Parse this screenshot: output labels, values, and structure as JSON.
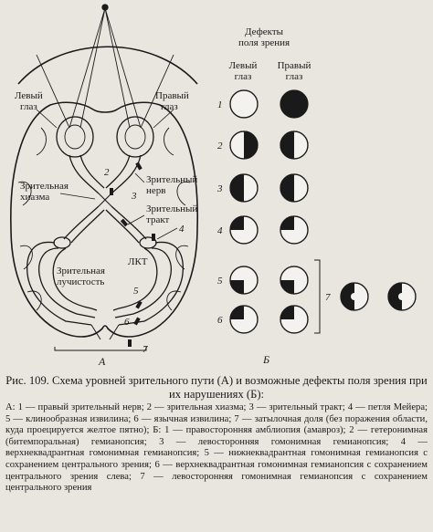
{
  "figure": {
    "labels": {
      "left_eye": [
        "Левый",
        "глаз"
      ],
      "right_eye": [
        "Правый",
        "глаз"
      ],
      "optic_nerve": [
        "Зрительный",
        "нерв"
      ],
      "optic_chiasm": [
        "Зрительная",
        "хиазма"
      ],
      "optic_tract": [
        "Зрительный",
        "тракт"
      ],
      "lgn": "ЛКТ",
      "optic_radiation": [
        "Зрительная",
        "лучистость"
      ],
      "panel_a": "А",
      "panel_b": "Б",
      "markers": [
        "1",
        "2",
        "3",
        "4",
        "5",
        "6",
        "7"
      ]
    },
    "defects_panel": {
      "title": [
        "Дефекты",
        "поля зрения"
      ],
      "col_left": [
        "Левый",
        "глаз"
      ],
      "col_right": [
        "Правый",
        "глаз"
      ],
      "rows": [
        {
          "num": "1",
          "left": "none",
          "right": "full"
        },
        {
          "num": "2",
          "left": "right-half",
          "right": "left-half"
        },
        {
          "num": "3",
          "left": "left-half",
          "right": "left-half"
        },
        {
          "num": "4",
          "left": "left-upper-quadrant",
          "right": "left-upper-quadrant"
        },
        {
          "num": "5",
          "left": "left-lower-quadrant",
          "right": "left-lower-quadrant"
        },
        {
          "num": "6",
          "left": "left-upper-quadrant",
          "right": "left-upper-quadrant"
        },
        {
          "num": "7",
          "left": "left-half-macular-sparing",
          "right": "left-half-macular-sparing"
        }
      ]
    }
  },
  "caption": {
    "title": "Рис. 109. Схема уровней зрительного пути (А) и возможные дефекты поля зрения при их нарушениях (Б):",
    "body": "А: 1 — правый зрительный нерв; 2 — зрительная хиазма; 3 — зрительный тракт; 4 — петля Мейера; 5 — клинообразная извилина; 6 — язычная извилина; 7 — затылочная доля (без поражения области, куда проецируется желтое пятно); Б: 1 — правосторонняя амблиопия (амавроз); 2 — гетеронимная (битемпоральная) гемианопсия; 3 — левосторонняя гомонимная гемианопсия; 4 — верхнеквадрантная гомонимная гемианопсия; 5 — нижнеквадрантная гомонимная гемианопсия с сохранением центрального зрения; 6 — верхнеквадрантная гомонимная гемианопсия с сохранением центрального зрения слева; 7 — левосторонняя гомонимная гемианопсия с сохранением центрального зрения"
  },
  "colors": {
    "ink": "#1a1a1a",
    "paper": "#e9e6e0"
  }
}
